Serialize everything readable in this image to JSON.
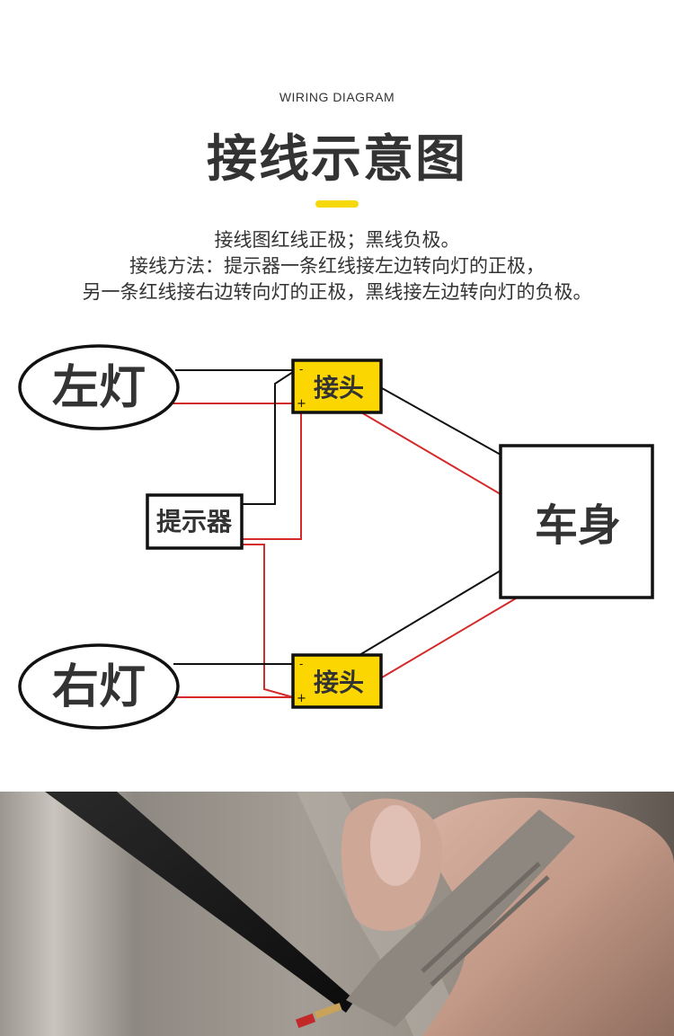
{
  "header": {
    "subtitle_en": "WIRING DIAGRAM",
    "title_cn": "接线示意图",
    "accent_color": "#f5d90a"
  },
  "description": {
    "lines": [
      "接线图红线正极；黑线负极。",
      "接线方法：提示器一条红线接左边转向灯的正极，",
      "另一条红线接右边转向灯的正极，黑线接左边转向灯的负极。"
    ]
  },
  "diagram": {
    "colors": {
      "positive_wire": "#d42a2a",
      "negative_wire": "#111111",
      "connector_fill": "#fcd600",
      "text": "#333333"
    },
    "nodes": {
      "left_lamp": "左灯",
      "right_lamp": "右灯",
      "buzzer": "提示器",
      "connector_top": "接头",
      "connector_bottom": "接头",
      "car_body": "车身"
    },
    "polarity": {
      "negative": "-",
      "positive": "+"
    }
  },
  "photo": {
    "description": "hand holding wire connector with pliers"
  }
}
